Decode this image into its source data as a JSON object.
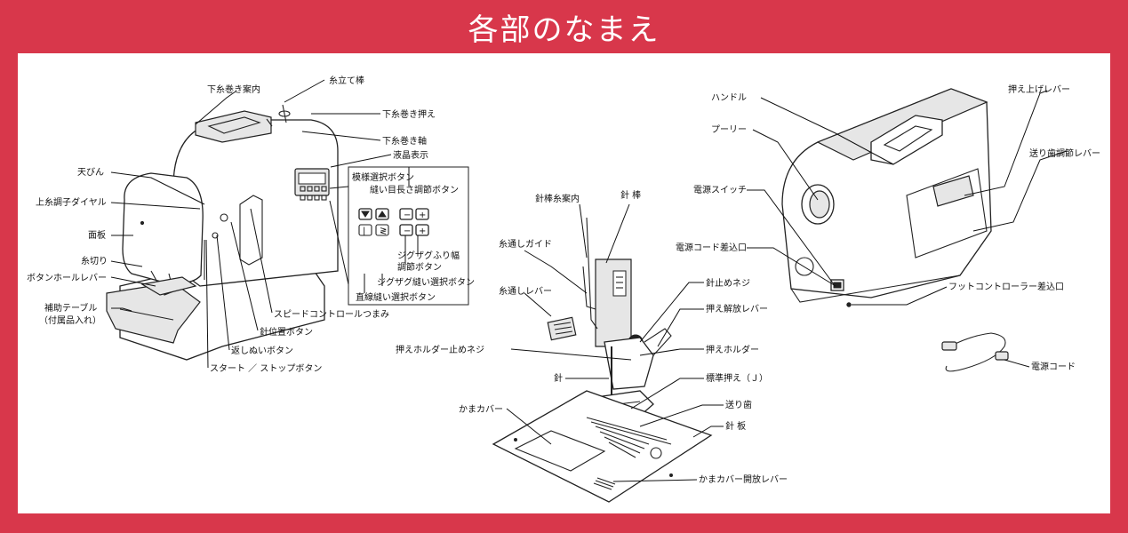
{
  "title": "各部のなまえ",
  "labels": {
    "bobbin_guide": "下糸巻き案内",
    "spool_pin": "糸立て棒",
    "bobbin_stopper": "下糸巻き押え",
    "bobbin_shaft": "下糸巻き軸",
    "lcd": "液晶表示",
    "pattern_select": "模様選択ボタン",
    "stitch_length": "縫い目長さ調節ボタン",
    "thread_takeup": "天びん",
    "tension_dial": "上糸調子ダイヤル",
    "face_plate": "面板",
    "thread_cutter": "糸切り",
    "buttonhole_lever": "ボタンホールレバー",
    "extension_table_1": "補助テーブル",
    "extension_table_2": "（付属品入れ）",
    "zigzag_width_1": "ジグザグふり幅",
    "zigzag_width_2": "調節ボタン",
    "zigzag_select": "ジグザグ縫い選択ボタン",
    "straight_select": "直線縫い選択ボタン",
    "speed_control": "スピードコントロールつまみ",
    "needle_position": "針位置ボタン",
    "reverse": "返しぬいボタン",
    "start_stop": "スタート ／ ストップボタン",
    "needle_bar_guide": "針棒糸案内",
    "needle_bar": "針 棒",
    "threader_guide": "糸通しガイド",
    "threader_lever": "糸通しレバー",
    "needle_clamp_screw": "針止めネジ",
    "presser_release": "押え解放レバー",
    "holder_screw": "押えホルダー止めネジ",
    "presser_holder": "押えホルダー",
    "needle": "針",
    "standard_foot": "標準押え（Ｊ）",
    "feed_dogs": "送り歯",
    "hook_cover": "かまカバー",
    "needle_plate": "針 板",
    "hook_cover_release": "かまカバー開放レバー",
    "handle": "ハンドル",
    "presser_lever": "押え上げレバー",
    "pulley": "プーリー",
    "feed_dog_lever": "送り歯調節レバー",
    "power_switch": "電源スイッチ",
    "power_inlet": "電源コード差込口",
    "foot_controller_jack": "フットコントローラー差込口",
    "power_cord": "電源コード"
  }
}
